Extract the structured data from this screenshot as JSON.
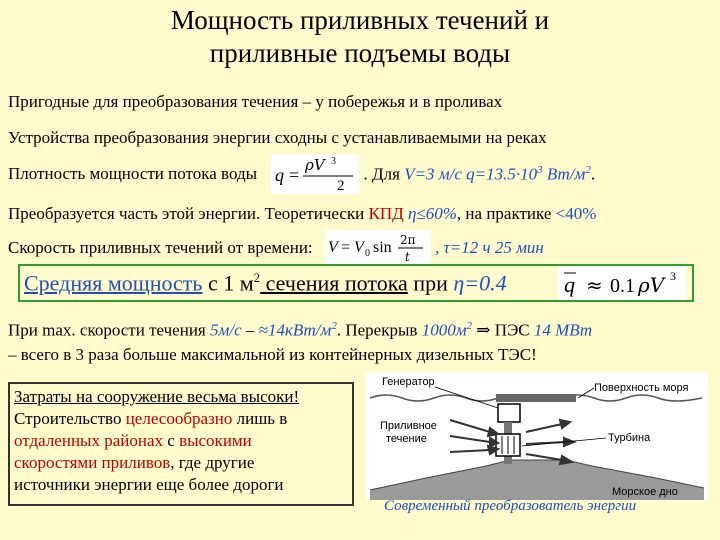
{
  "title_line1": "Мощность приливных течений и",
  "title_line2": "приливные подъемы воды",
  "line1": "Пригодные для преобразования течения – у побережья и в проливах",
  "line2": "Устройства преобразования энергии сходны с устанавливаемыми на реках",
  "line3_prefix": "Плотность мощности потока воды",
  "line3_suffix_a": ". Для ",
  "line3_suffix_b": "V=3 м/с q=13.5·10",
  "line3_sup": "3",
  "line3_suffix_c": " Вт/м",
  "line3_sup2": "2",
  "line3_end": ".",
  "line4_a": "Преобразуется часть этой энергии. Теоретически ",
  "line4_b": "КПД",
  "line4_c": " η≤60%",
  "line4_d": ", на практике ",
  "line4_e": "<40%",
  "line5_prefix": "Скорость приливных течений от времени:",
  "line5_suffix": ", τ=12 ч 25 мин",
  "hl_a": "Средняя мощность",
  "hl_b": " с 1 м",
  "hl_sup": "2",
  "hl_c": " сечения потока",
  "hl_d": " при ",
  "hl_e": "η=0.4",
  "p6_a": "При max. скорости течения ",
  "p6_b": "5м/с",
  "p6_c": " – ",
  "p6_d": "≈14кВт/м",
  "p6_sup": "2",
  "p6_e": ". Перекрыв ",
  "p6_f": "1000м",
  "p6_sup2": "2",
  "p6_g": " ⇒ ПЭС ",
  "p6_h": "14 МВт",
  "p7": "– всего в 3 раза больше максимальной из контейнерных дизельных ТЭС!",
  "box_l1": "Затраты на сооружение весьма высоки!",
  "box_l2": "Строительство ",
  "box_l2r": "целесообразно",
  "box_l2e": " лишь в",
  "box_l3r": "отдаленных районах",
  "box_l3e": " с ",
  "box_l3r2": "высокими",
  "box_l4r": "скоростями приливов",
  "box_l4e": ", где другие",
  "box_l5": "источники энергии еще более дороги",
  "diag_generator": "Генератор",
  "diag_surface": "Поверхность моря",
  "diag_current1": "Приливное",
  "diag_current2": "течение",
  "diag_turbine": "Турбина",
  "diag_seabed": "Морское дно",
  "caption": "Современный преобразователь энергии"
}
